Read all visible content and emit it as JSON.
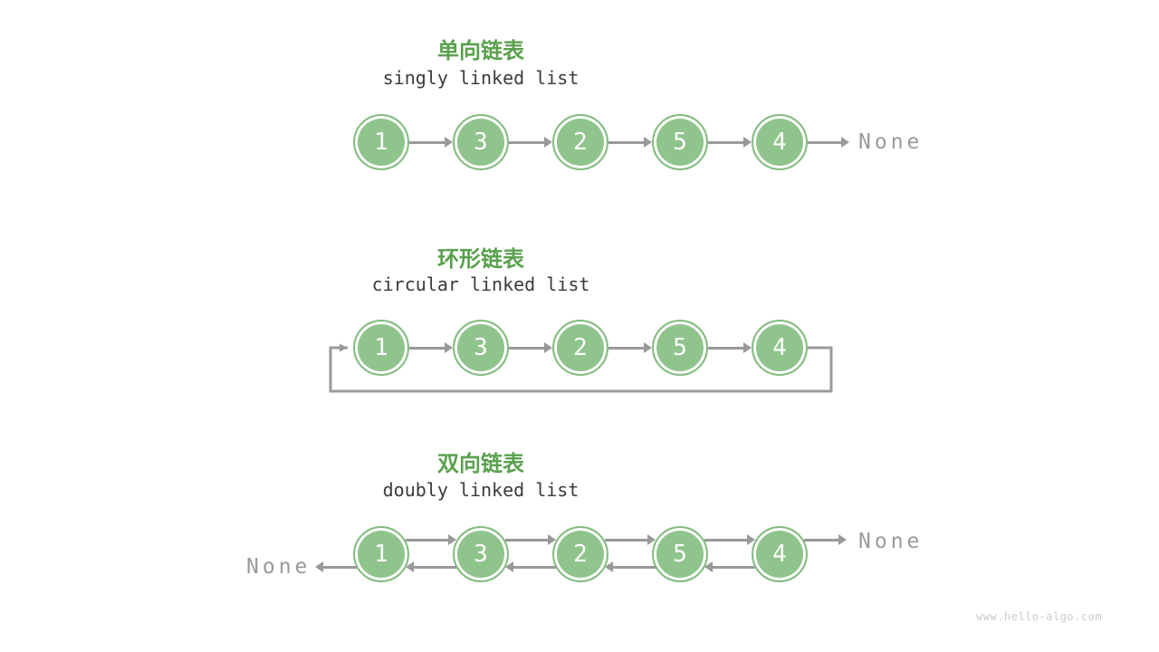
{
  "colors": {
    "title-green": "#5aa14e",
    "node-fill": "#8fc48c",
    "node-border": "#84bd80",
    "node-ring": "#ffffff",
    "node-text": "#ffffff",
    "line-gray": "#999999",
    "none-gray": "#9a9a9a",
    "subtitle-dark": "#3b3b3b",
    "watermark-gray": "#cccccc"
  },
  "sections": [
    {
      "title": "单向链表",
      "subtitle": "singly linked list",
      "nodes": [
        "1",
        "3",
        "2",
        "5",
        "4"
      ],
      "tail_label": "None"
    },
    {
      "title": "环形链表",
      "subtitle": "circular linked list",
      "nodes": [
        "1",
        "3",
        "2",
        "5",
        "4"
      ]
    },
    {
      "title": "双向链表",
      "subtitle": "doubly linked list",
      "nodes": [
        "1",
        "3",
        "2",
        "5",
        "4"
      ],
      "head_label": "None",
      "tail_label": "None"
    }
  ],
  "watermark": "www.hello-algo.com"
}
